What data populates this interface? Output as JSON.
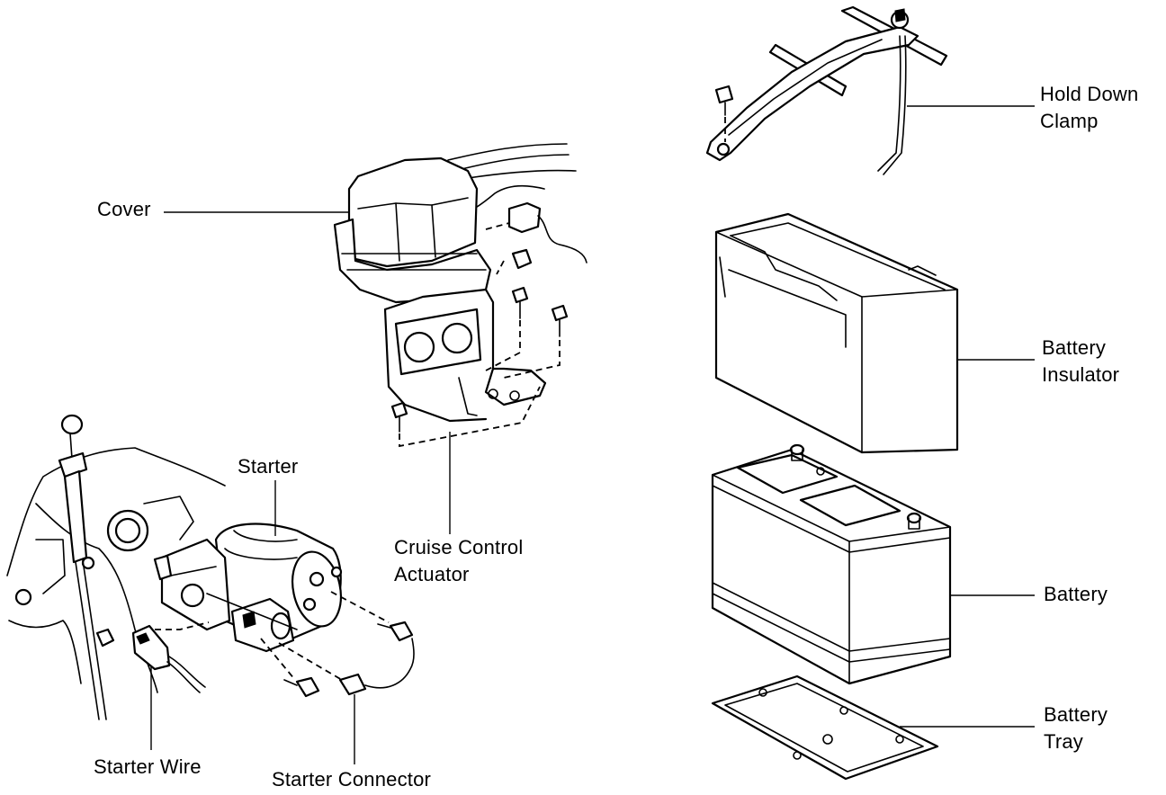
{
  "labels": {
    "cover": "Cover",
    "cruise_control_actuator_line1": "Cruise Control",
    "cruise_control_actuator_line2": "Actuator",
    "starter": "Starter",
    "starter_wire": "Starter Wire",
    "starter_connector": "Starter Connector",
    "hold_down_clamp_line1": "Hold Down",
    "hold_down_clamp_line2": "Clamp",
    "battery_insulator_line1": "Battery",
    "battery_insulator_line2": "Insulator",
    "battery": "Battery",
    "battery_tray_line1": "Battery",
    "battery_tray_line2": "Tray"
  }
}
